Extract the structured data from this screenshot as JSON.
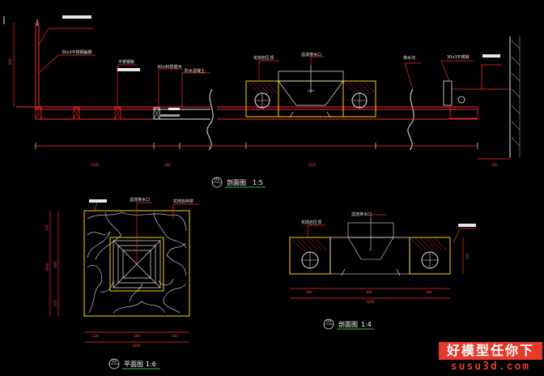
{
  "drawing": {
    "section_title": "剖面图",
    "section_scale": "1:5",
    "section_number": "01",
    "plan_title": "平面图",
    "plan_scale": "1:6",
    "plan_number": "02",
    "detail_title": "剖面图",
    "detail_scale": "1:4",
    "detail_number": "03"
  },
  "annotations": {
    "top_left_steel": "30x3不锈钢扁钢",
    "top_stainless": "不锈钢板",
    "top_deck": "30x40防腐木",
    "top_waterproof": "防水混凝土",
    "top_stone_center": "花岗岩压顶",
    "top_outlet": "溢流排水口",
    "top_drain": "排水沟",
    "top_right_steel": "30x3不锈钢",
    "plan_outlet": "溢流排水口",
    "plan_stone": "花岗岩碎拼",
    "detail_stone": "花岗岩压顶",
    "detail_outlet": "溢流排水口"
  },
  "dimensions": {
    "section_left": "1200",
    "section_mid_left": "300",
    "section_center": "1200",
    "section_right": "300",
    "plan_v1": "370",
    "plan_v2": "600",
    "plan_v3": "370",
    "plan_total": "1000",
    "plan_h1": "230",
    "plan_h2": "540",
    "plan_h3": "230",
    "plan_total_h": "1000",
    "detail_h1": "300",
    "detail_h2": "300",
    "detail_h3": "300",
    "detail_total": "1000",
    "detail_height": "200"
  },
  "watermark": {
    "chinese": "好模型任你下",
    "site": "susu3d.com"
  },
  "colors": {
    "background": "#000000",
    "line_red": "#ff2a2a",
    "line_white": "#e8e8e8",
    "line_yellow": "#ffd200",
    "line_green": "#2fbf2f",
    "hatch_gray": "#9a9a9a",
    "watermark_red": "#e43b2c"
  }
}
